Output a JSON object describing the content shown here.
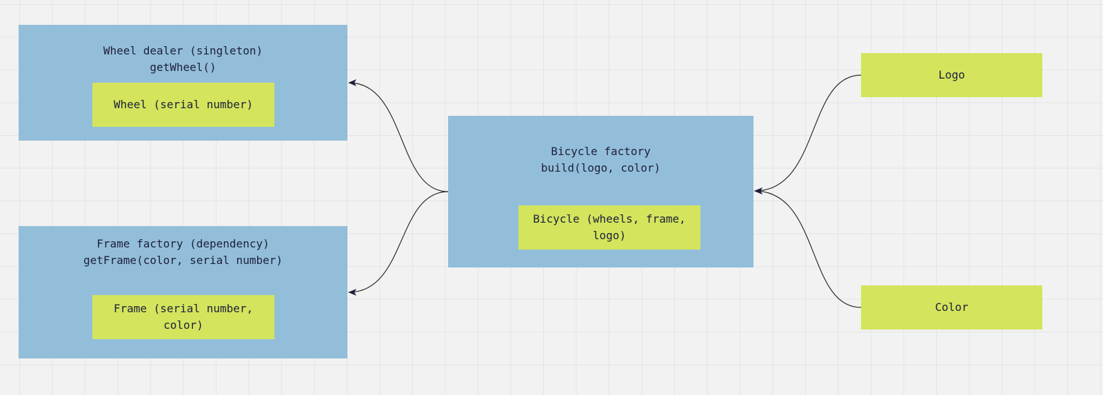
{
  "diagram": {
    "wheel_dealer": {
      "title": "Wheel dealer (singleton)",
      "method": "getWheel()",
      "product": "Wheel (serial number)"
    },
    "frame_factory": {
      "title": "Frame factory (dependency)",
      "method": "getFrame(color, serial number)",
      "product": "Frame (serial number, color)"
    },
    "bicycle_factory": {
      "title": "Bicycle factory",
      "method": "build(logo, color)",
      "product": "Bicycle (wheels, frame, logo)"
    },
    "inputs": {
      "logo": "Logo",
      "color": "Color"
    },
    "colors": {
      "container": "#93bed9",
      "item": "#d4e45c",
      "text": "#1d1f3b",
      "connector": "#2a2a2a",
      "background": "#f2f2f2"
    },
    "edges": [
      {
        "from": "bicycle_factory",
        "to": "wheel_dealer"
      },
      {
        "from": "bicycle_factory",
        "to": "frame_factory"
      },
      {
        "from": "logo",
        "to": "bicycle_factory"
      },
      {
        "from": "color",
        "to": "bicycle_factory"
      }
    ]
  }
}
